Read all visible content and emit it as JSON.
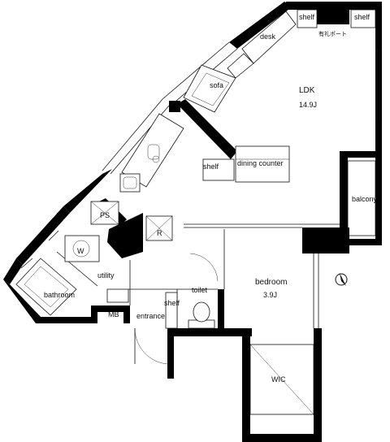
{
  "labels": {
    "shelf_top_left": "shelf",
    "shelf_top_right": "shelf",
    "wifi_port": "有礼ポート",
    "desk": "desk",
    "sofa": "sofa",
    "ldk": "LDK",
    "ldk_size": "14.9J",
    "shelf_kitchen": "shelf",
    "dining_counter": "dining counter",
    "balcony": "balcony",
    "ps": "PS",
    "r": "R",
    "w": "W",
    "utility": "utility",
    "bathroom": "bathroom",
    "mb": "MB",
    "entrance": "entrance",
    "shelf_entrance": "shelf",
    "toilet": "toilet",
    "bedroom": "bedroom",
    "bedroom_size": "3.9J",
    "wic": "WIC"
  },
  "colors": {
    "wall": "#000000",
    "line": "#111111",
    "background": "#ffffff"
  },
  "icons": [
    "north-arrow-icon"
  ]
}
